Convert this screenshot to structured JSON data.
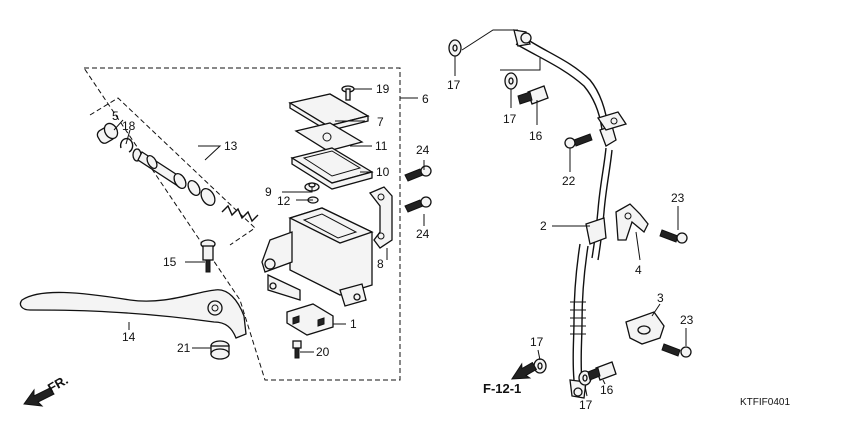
{
  "callouts": {
    "c1": "1",
    "c2": "2",
    "c3": "3",
    "c4": "4",
    "c5": "5",
    "c6": "6",
    "c7": "7",
    "c8": "8",
    "c9": "9",
    "c10": "10",
    "c11": "11",
    "c12": "12",
    "c13": "13",
    "c14": "14",
    "c15": "15",
    "c16a": "16",
    "c16b": "16",
    "c17a": "17",
    "c17b": "17",
    "c17c": "17",
    "c17d": "17",
    "c18": "18",
    "c19": "19",
    "c20": "20",
    "c21": "21",
    "c22": "22",
    "c23a": "23",
    "c23b": "23",
    "c24a": "24",
    "c24b": "24"
  },
  "reference": "F-12-1",
  "front_marker": "FR.",
  "drawing_code": "KTFIF0401"
}
